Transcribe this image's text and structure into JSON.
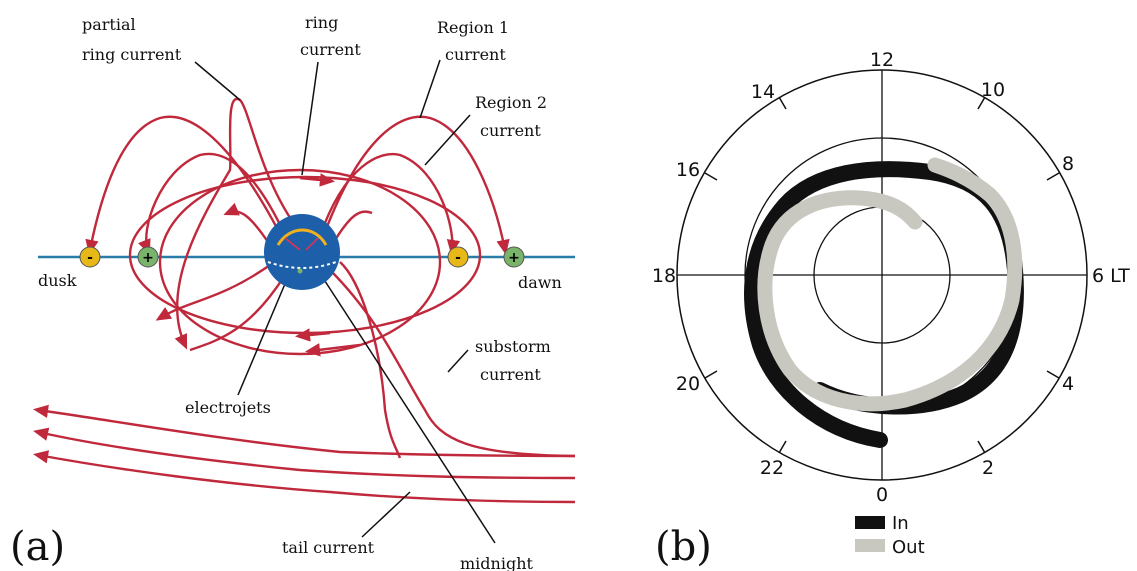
{
  "panel_a": {
    "panel_label": "(a)",
    "labels": {
      "partial_ring_current_line1": "partial",
      "partial_ring_current_line2": "ring current",
      "ring_current_line1": "ring",
      "ring_current_line2": "current",
      "region1_line1": "Region 1",
      "region1_line2": "current",
      "region2_line1": "Region 2",
      "region2_line2": "current",
      "dusk": "dusk",
      "dawn": "dawn",
      "substorm_line1": "substorm",
      "substorm_line2": "current",
      "electrojets": "electrojets",
      "tail_current": "tail current",
      "midnight": "midnight"
    },
    "charge_markers": [
      {
        "sign": "-",
        "color": "#e8b818"
      },
      {
        "sign": "+",
        "color": "#7ab36a"
      },
      {
        "sign": "-",
        "color": "#e8b818"
      },
      {
        "sign": "+",
        "color": "#7ab36a"
      }
    ],
    "colors": {
      "current": "#c0283c",
      "equator": "#2a7ca8",
      "earth": "#1d5fa8"
    }
  },
  "panel_b": {
    "panel_label": "(b)",
    "hours": [
      "12",
      "10",
      "8",
      "6 LT",
      "4",
      "2",
      "0",
      "22",
      "20",
      "18",
      "16",
      "14"
    ],
    "legend": [
      {
        "label": "In",
        "color": "#111111"
      },
      {
        "label": "Out",
        "color": "#c8c8c0"
      }
    ]
  }
}
